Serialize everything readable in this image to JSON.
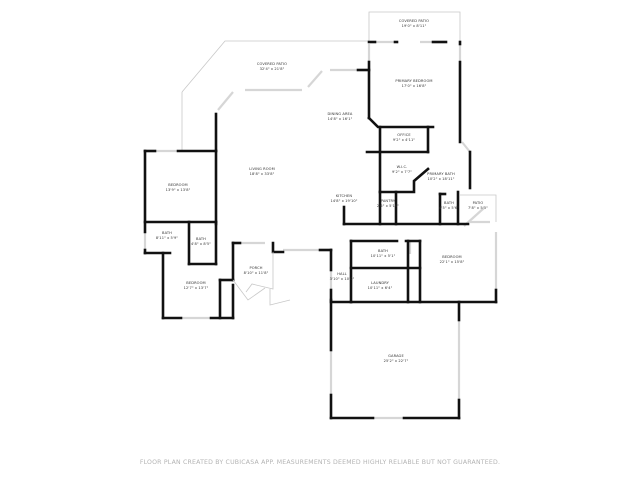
{
  "floorplan": {
    "colors": {
      "background": "#ffffff",
      "wall": "#111111",
      "thin_line": "#c8c8c8",
      "window": "#d6d6d6",
      "label": "#333333",
      "footer": "#b3b3b3"
    },
    "rooms": [
      {
        "name": "COVERED PATIO",
        "dims": "19'0\" x 8'11\""
      },
      {
        "name": "COVERED PATIO",
        "dims": "32'4\" x 21'8\""
      },
      {
        "name": "PRIMARY BEDROOM",
        "dims": "17'0\" x 16'8\""
      },
      {
        "name": "DINING AREA",
        "dims": "14'8\" x 16'1\""
      },
      {
        "name": "OFFICE",
        "dims": "9'2\" x 4'11\""
      },
      {
        "name": "W.I.C.",
        "dims": "9'2\" x 7'7\""
      },
      {
        "name": "PRIMARY BATH",
        "dims": "10'2\" x 18'11\""
      },
      {
        "name": "BEDROOM",
        "dims": "13'9\" x 13'8\""
      },
      {
        "name": "LIVING ROOM",
        "dims": "18'8\" x 33'8\""
      },
      {
        "name": "KITCHEN",
        "dims": "14'8\" x 19'10\""
      },
      {
        "name": "PANTRY",
        "dims": "2'6\" x 5'10\""
      },
      {
        "name": "BATH",
        "dims": "4'5\" x 5'6\""
      },
      {
        "name": "PATIO",
        "dims": "7'8\" x 5'5\""
      },
      {
        "name": "BATH",
        "dims": "8'11\" x 5'9\""
      },
      {
        "name": "BATH",
        "dims": "4'8\" x 8'5\""
      },
      {
        "name": "BEDROOM",
        "dims": "12'7\" x 13'7\""
      },
      {
        "name": "PORCH",
        "dims": "8'10\" x 11'8\""
      },
      {
        "name": "BATH",
        "dims": "10'11\" x 5'1\""
      },
      {
        "name": "BEDROOM",
        "dims": "22'1\" x 15'8\""
      },
      {
        "name": "HALL",
        "dims": "3'10\" x 10'0\""
      },
      {
        "name": "LAUNDRY",
        "dims": "10'11\" x 6'4\""
      },
      {
        "name": "GARAGE",
        "dims": "25'2\" x 22'7\""
      }
    ],
    "footer": "FLOOR PLAN CREATED BY CUBICASA APP. MEASUREMENTS DEEMED HIGHLY RELIABLE BUT NOT GUARANTEED."
  }
}
